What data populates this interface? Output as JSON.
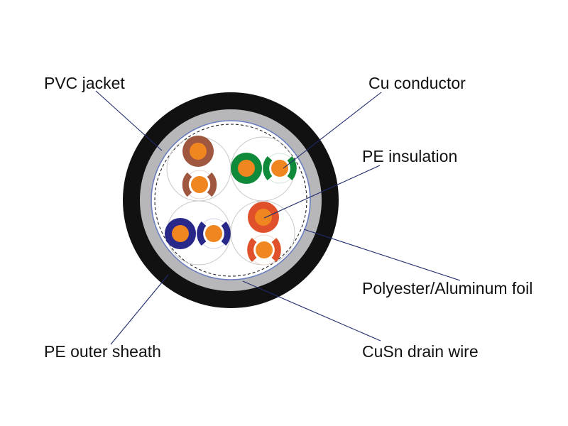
{
  "labels": {
    "pvc_jacket": "PVC jacket",
    "cu_conductor": "Cu conductor",
    "pe_insulation": "PE insulation",
    "foil": "Polyester/Aluminum foil",
    "pe_outer_sheath": "PE outer sheath",
    "drain_wire": "CuSn drain wire"
  },
  "colors": {
    "outer_sheath": "#111111",
    "jacket": "#b7b7b9",
    "foil": "#6b7fc0",
    "conductor": "#f0861f",
    "pair_brown": "#a0573f",
    "pair_green": "#0f8a3a",
    "pair_blue": "#28288a",
    "pair_orange": "#e0502a",
    "leader_line": "#1f2a6b"
  }
}
